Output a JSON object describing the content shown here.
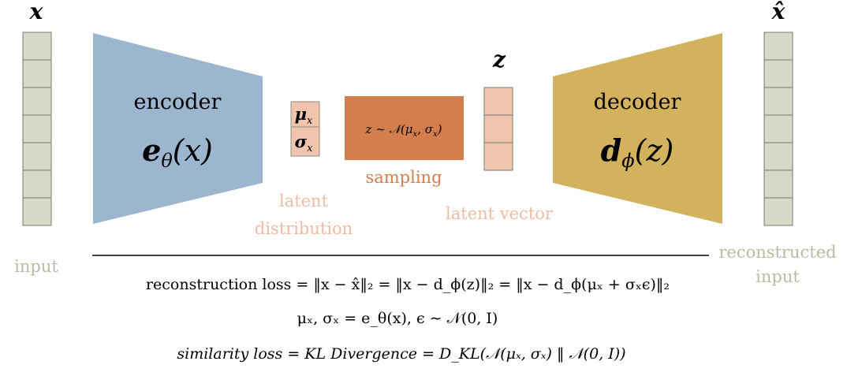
{
  "input": {
    "symbol": "x",
    "label": "input",
    "cells": 7
  },
  "encoder": {
    "label": "encoder",
    "func": "e",
    "sub": "θ",
    "arg": "(x)"
  },
  "latent_distribution": {
    "mu_sym": "μ",
    "sigma_sym": "σ",
    "sub": "x",
    "label_line1": "latent",
    "label_line2": "distribution"
  },
  "sampling": {
    "formula": "z ∼ 𝒩(μ",
    "formula_mid": ", σ",
    "formula_end": ")",
    "sub": "x",
    "label": "sampling"
  },
  "latent_vector": {
    "symbol": "z",
    "label": "latent vector",
    "cells": 3
  },
  "decoder": {
    "label": "decoder",
    "func": "d",
    "sub": "ϕ",
    "arg": "(z)"
  },
  "output": {
    "symbol": "x̂",
    "label_line1": "reconstructed",
    "label_line2": "input",
    "cells": 7
  },
  "equations": {
    "reconstruction": "reconstruction loss  = ‖x − x̂‖₂ = ‖x − d_ϕ(z)‖₂ = ‖x − d_ϕ(μₓ + σₓϵ)‖₂",
    "encoding": "μₓ, σₓ = e_θ(x),    ϵ ∼ 𝒩(0, I)",
    "similarity": "similarity loss = KL Divergence = D_KL(𝒩(μₓ, σₓ) ‖ 𝒩(0, I))"
  },
  "colors": {
    "input_cell": "#d5d9c5",
    "input_stroke": "#8c8f80",
    "input_label": "#b8bca3",
    "encoder": "#9db6d0",
    "latent_cell": "#f0c4ad",
    "latent_label": "#eebca3",
    "sampling_box": "#d37e4c",
    "sampling_label": "#d37e4c",
    "decoder": "#d3b25e"
  }
}
